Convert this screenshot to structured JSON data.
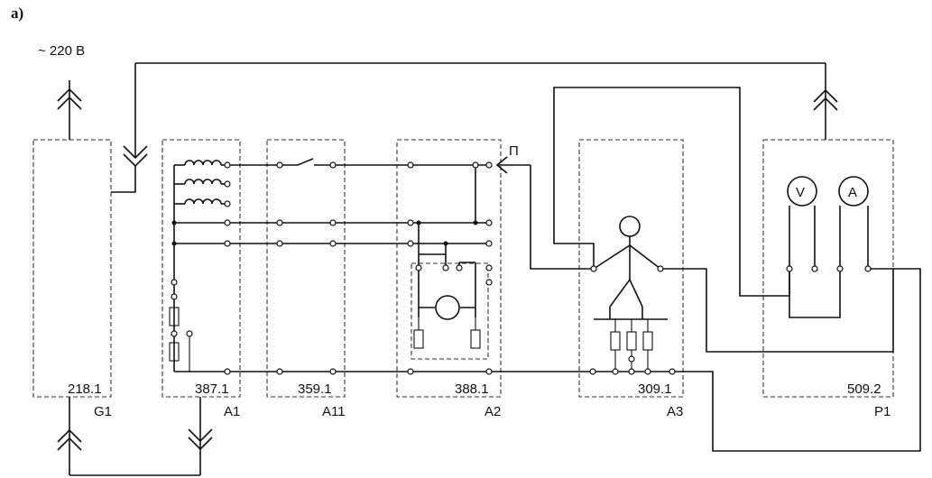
{
  "header": {
    "label": "a)"
  },
  "supply": {
    "label": "~ 220 B"
  },
  "blocks": [
    {
      "code": "218.1",
      "tag": "G1"
    },
    {
      "code": "387.1",
      "tag": "A1"
    },
    {
      "code": "359.1",
      "tag": "A11"
    },
    {
      "code": "388.1",
      "tag": "A2"
    },
    {
      "code": "309.1",
      "tag": "A3"
    },
    {
      "code": "509.2",
      "tag": "P1"
    }
  ],
  "meters": {
    "voltmeter": "V",
    "ammeter": "A"
  },
  "marker": {
    "label": "П"
  }
}
